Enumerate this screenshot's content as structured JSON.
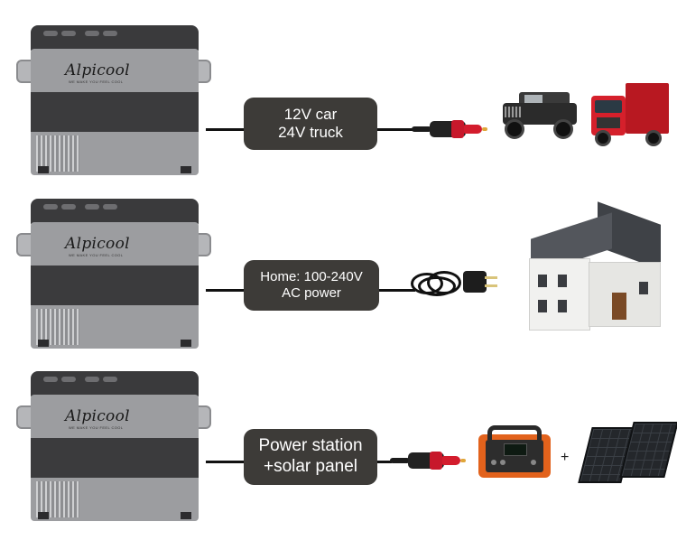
{
  "brand": {
    "name": "Alpicool",
    "tagline": "WE MAKE YOU FEEL COOL"
  },
  "rows": [
    {
      "line1": "12V car",
      "line2": "24V truck"
    },
    {
      "line1": "Home: 100-240V",
      "line2": "AC power"
    },
    {
      "line1": "Power station",
      "line2": "+solar panel"
    }
  ],
  "plus_sign": "+",
  "colors": {
    "label_bg": "#3d3b38",
    "label_text": "#ffffff",
    "plug_red": "#d31c2d",
    "station_orange": "#e2621c"
  },
  "icons": [
    "fridge-icon",
    "car-plug-icon",
    "jeep-icon",
    "truck-icon",
    "house-icon",
    "ac-cord-icon",
    "power-station-icon",
    "solar-panel-icon"
  ]
}
